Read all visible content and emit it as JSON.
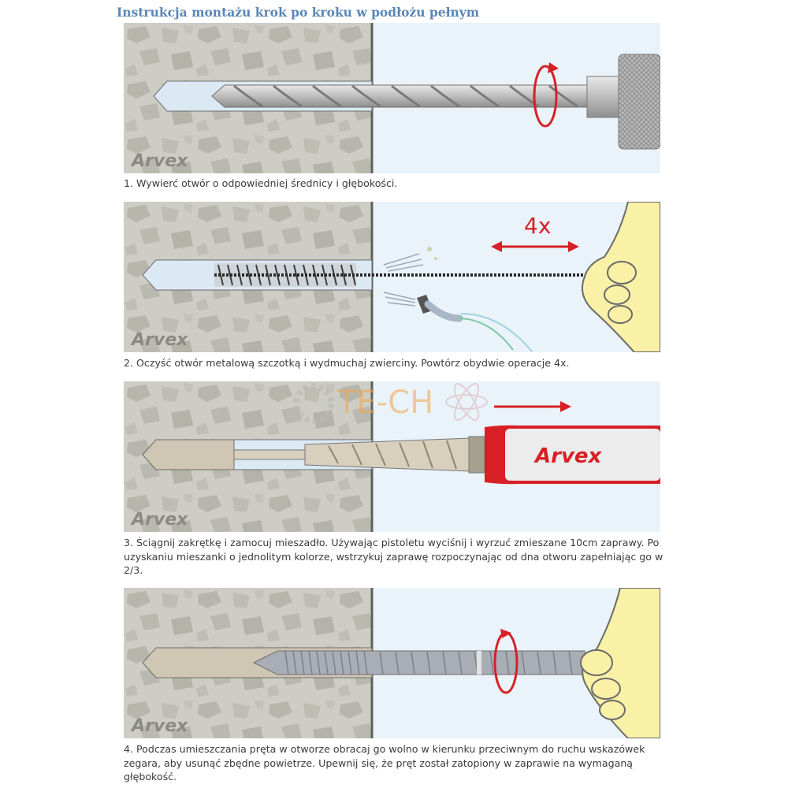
{
  "title": "Instrukcja montażu krok po kroku w podłożu pełnym",
  "brand": "Arvex",
  "watermark": "TE-CH",
  "colors": {
    "title": "#5b86b6",
    "wall": "#cdcdc5",
    "hole": "#dbe9f4",
    "air": "#eaf3fa",
    "red": "#d81f26",
    "hand": "#f9f1a6"
  },
  "steps": [
    {
      "caption": "1. Wywierć otwór o odpowiedniej średnicy i głębokości.",
      "icon": "rotation-arrow-icon"
    },
    {
      "caption": "2. Oczyść otwór metalową szczotką i wydmuchaj zwierciny. Powtórz obydwie operacje 4x.",
      "repeat_label": "4x",
      "icon": "double-arrow-icon"
    },
    {
      "caption": "3. Ściągnij zakrętkę i zamocuj mieszadło. Używając pistoletu wyciśnij i wyrzuć zmieszane 10cm zaprawy. Po uzyskaniu mieszanki o jednolitym kolorze, wstrzykuj zaprawę rozpoczynając od dna otworu zapełniając go w 2/3.",
      "icon": "arrow-right-icon"
    },
    {
      "caption": "4. Podczas umieszczania pręta w otworze obracaj go wolno w kierunku przeciwnym do ruchu wskazówek zegara, aby usunąć zbędne powietrze. Upewnij się, że pręt został zatopiony w zaprawie na wymaganą głębokość.",
      "icon": "rotation-arrow-icon"
    }
  ]
}
